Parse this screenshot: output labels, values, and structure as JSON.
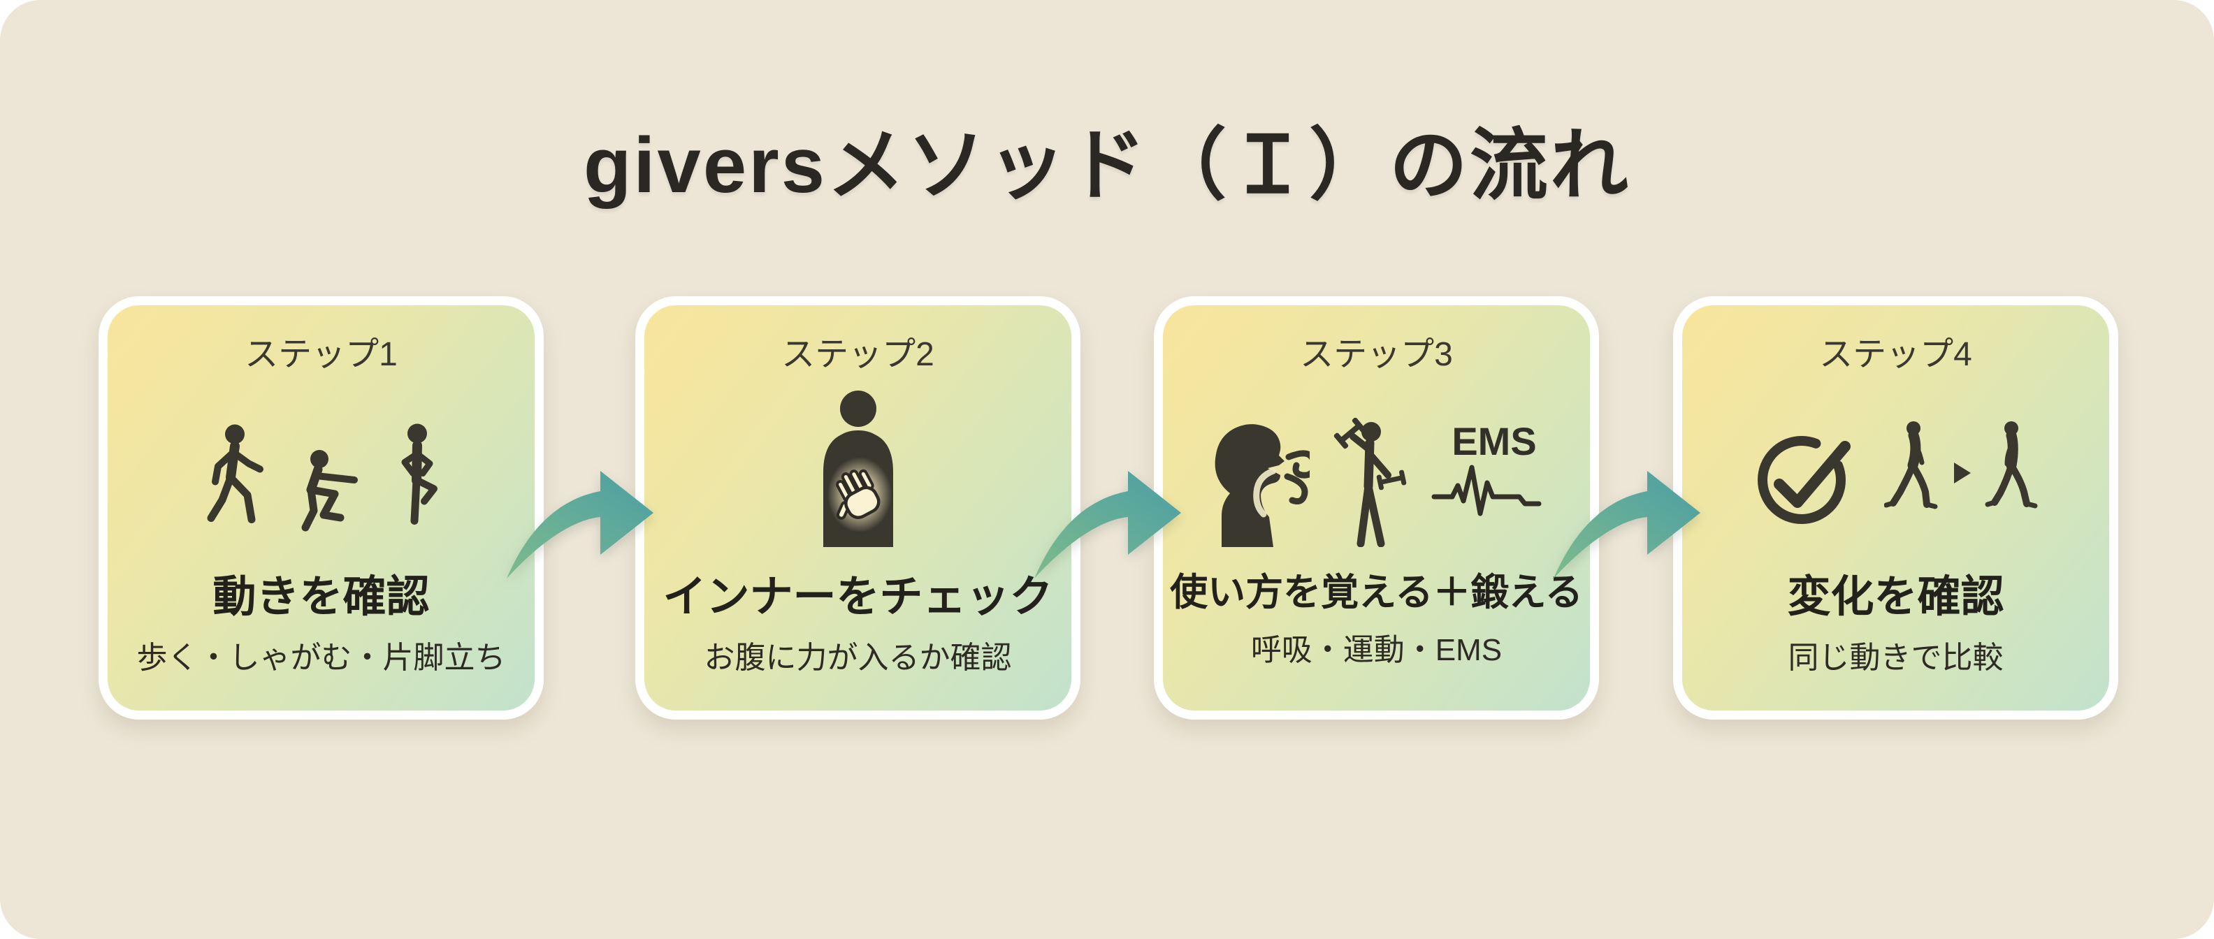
{
  "page": {
    "title": "giversメソッド（Ｉ）の流れ",
    "background_color": "#EDE6D7",
    "outer_background": "#FFFFFF"
  },
  "colors": {
    "card_gradient_start": "#F8E59C",
    "card_gradient_mid": "#ECE7A8",
    "card_gradient_end": "#C2E2CD",
    "card_border": "#FFFFFF",
    "heading_text": "#23211B",
    "label_text": "#3B382F",
    "icon_dark": "#3A372F",
    "arrow_gradient_start": "#7DBB8B",
    "arrow_gradient_end": "#4B9EA5",
    "belly_glow": "#FFF6D8"
  },
  "steps": [
    {
      "label": "ステップ1",
      "heading": "動きを確認",
      "subtitle": "歩く・しゃがむ・片脚立ち",
      "icons": [
        "walking-person-icon",
        "squat-person-icon",
        "single-leg-stand-icon"
      ]
    },
    {
      "label": "ステップ2",
      "heading": "インナーをチェック",
      "subtitle": "お腹に力が入るか確認",
      "icons": [
        "hand-on-belly-torso-icon"
      ]
    },
    {
      "label": "ステップ3",
      "heading": "使い方を覚える＋鍛える",
      "subtitle": "呼吸・運動・EMS",
      "icons": [
        "breathing-profile-icon",
        "dumbbell-person-icon",
        "ems-waveform-icon"
      ],
      "ems_label": "EMS"
    },
    {
      "label": "ステップ4",
      "heading": "変化を確認",
      "subtitle": "同じ動きで比較",
      "icons": [
        "check-circle-icon",
        "before-after-walkers-icon"
      ]
    }
  ],
  "arrows": [
    {
      "name": "flow-arrow-1"
    },
    {
      "name": "flow-arrow-2"
    },
    {
      "name": "flow-arrow-3"
    }
  ]
}
